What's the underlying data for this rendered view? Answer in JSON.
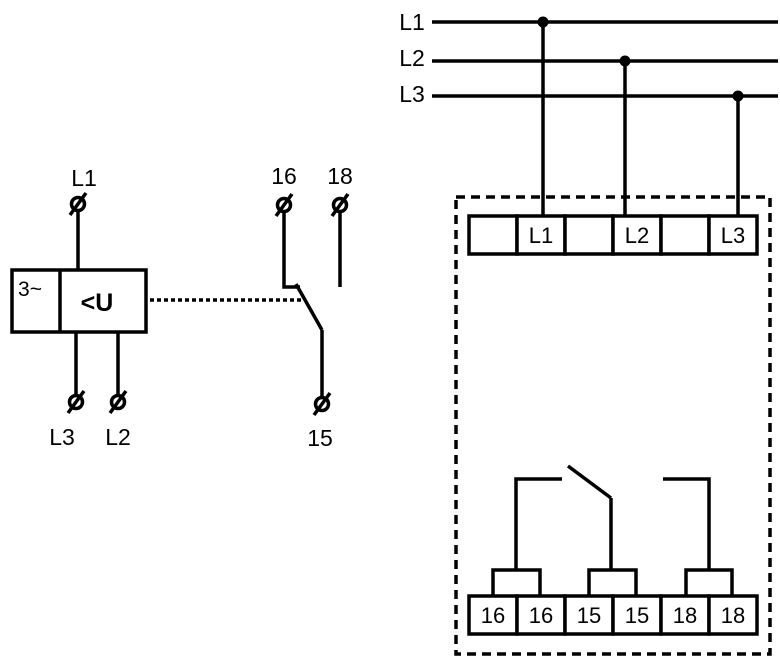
{
  "schematic": {
    "terminals": {
      "l1": "L1",
      "l3": "L3",
      "l2": "L2",
      "c16": "16",
      "c18": "18",
      "c15": "15"
    },
    "phase_label": "3~",
    "function_label": "<U"
  },
  "wiring": {
    "bus_lines": [
      "L1",
      "L2",
      "L3"
    ],
    "top_terminals": [
      "",
      "L1",
      "",
      "L2",
      "",
      "L3"
    ],
    "bottom_terminals": [
      "16",
      "16",
      "15",
      "15",
      "18",
      "18"
    ]
  }
}
